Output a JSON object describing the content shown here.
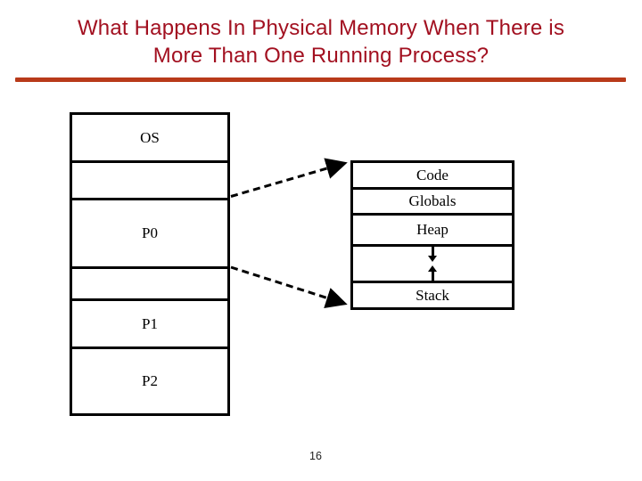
{
  "slide": {
    "title_line1": "What Happens In Physical Memory When There is",
    "title_line2": "More Than One Running Process?",
    "page_number": "16"
  },
  "colors": {
    "title": "#A21020",
    "rule": "#B83A1A"
  },
  "memory_map": {
    "rows": [
      {
        "label": "OS"
      },
      {
        "label": ""
      },
      {
        "label": "P0"
      },
      {
        "label": ""
      },
      {
        "label": "P1"
      },
      {
        "label": "P2"
      }
    ]
  },
  "process_layout": {
    "rows": [
      {
        "label": "Code"
      },
      {
        "label": "Globals"
      },
      {
        "label": "Heap"
      },
      {
        "label": ""
      },
      {
        "label": "Stack"
      }
    ]
  }
}
